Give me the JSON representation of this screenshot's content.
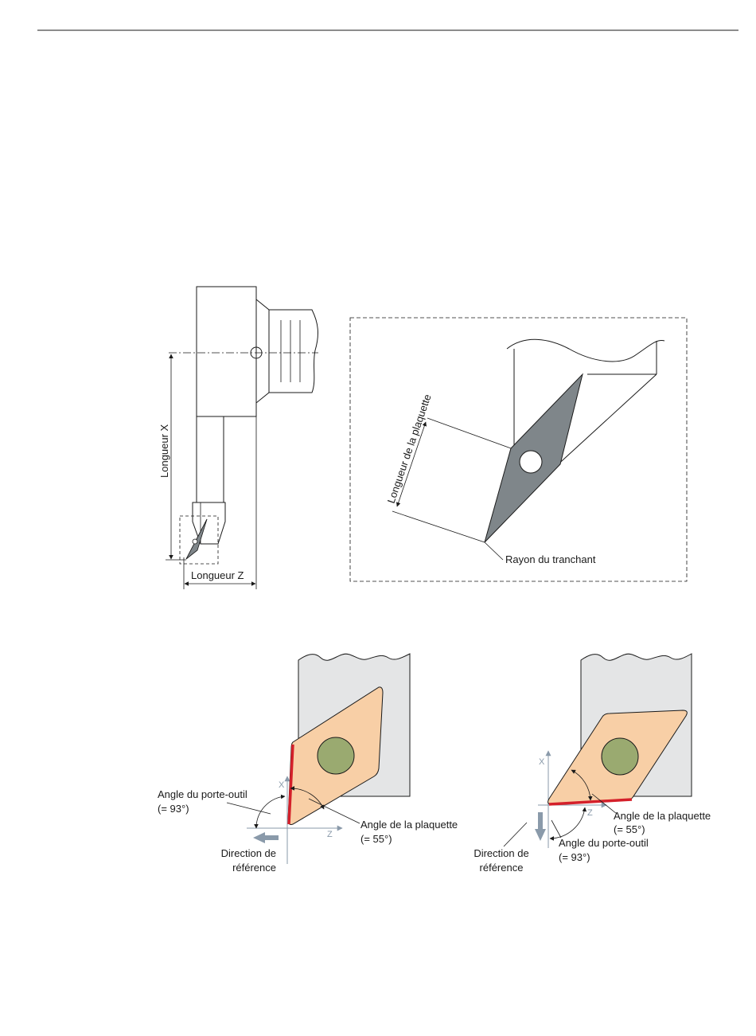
{
  "figure_top": {
    "length_x_label": "Longueur X",
    "length_z_label": "Longueur Z",
    "insert_length_label": "Longueur de la plaquette",
    "cutting_radius_label": "Rayon du tranchant"
  },
  "figure_left": {
    "axis_x": "X",
    "axis_z": "Z",
    "holder_angle_label": "Angle du porte-outil",
    "holder_angle_value": "(= 93°)",
    "insert_angle_label": "Angle de la plaquette",
    "insert_angle_value": "(= 55°)",
    "ref_direction_line1": "Direction de",
    "ref_direction_line2": "référence"
  },
  "figure_right": {
    "axis_x": "X",
    "axis_z": "Z",
    "insert_angle_label": "Angle de la plaquette",
    "insert_angle_value": "(= 55°)",
    "holder_angle_label": "Angle du porte-outil",
    "holder_angle_value": "(= 93°)",
    "ref_direction_line1": "Direction de",
    "ref_direction_line2": "référence"
  },
  "colors": {
    "insert_fill": "#f8cfa6",
    "hole_fill": "#9aaa70",
    "holder_fill": "#e4e5e6",
    "cutting_edge": "#d4202a",
    "axis_gray": "#8a9aaa",
    "dark_insert": "#7f868a"
  }
}
